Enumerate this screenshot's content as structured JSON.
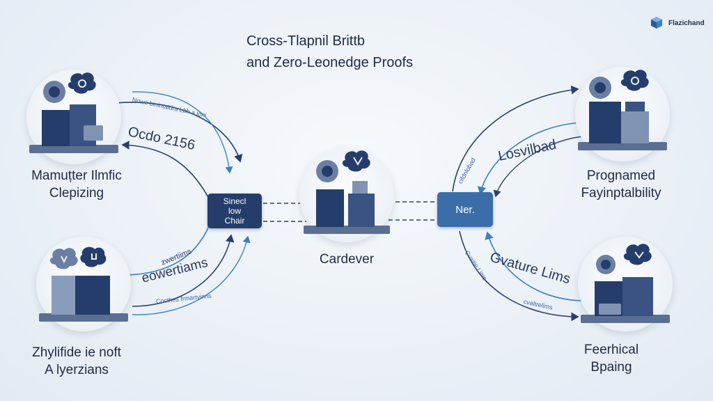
{
  "title": {
    "line1": "Cross-Tlapnil Brittb",
    "line2": "and Zero-Leonedge Proofs"
  },
  "brand": {
    "name": "Flazichand",
    "icon": "cube-logo-icon"
  },
  "nodes": {
    "top_left": {
      "line1": "Mamuțter Ilmfic",
      "line2": "Clepizing"
    },
    "bottom_left": {
      "line1": "Zhylifide ie noft",
      "line2": "A lyerzians"
    },
    "center": {
      "line1": "Cardever"
    },
    "top_right": {
      "line1": "Prognamed",
      "line2": "Fayinptalbility"
    },
    "bottom_right": {
      "line1": "Feerhical",
      "line2": "Bpaing"
    }
  },
  "chips": {
    "left": {
      "line1": "Sinecl",
      "line2": "low",
      "line3": "Chair",
      "color": "#243d6b"
    },
    "right": {
      "line1": "Ner.",
      "color": "#3b6ea8"
    }
  },
  "edge_labels": {
    "top_left_big": "Ocdo 2156",
    "top_left_small": "Nowe binintaidra Lbh a ioni",
    "bottom_left_big": "eowertiams",
    "bottom_left_small": "zwertiims",
    "bottom_left_tiny": "Cocthes frmartvinns",
    "top_right_big": "Losvilbad",
    "top_right_small": "cifdnlobad",
    "bottom_right_big": "Gvature Lims",
    "bottom_right_small": "Cvaitie Lims",
    "bottom_right_tiny": "cvaltrelims"
  },
  "colors": {
    "accent": "#3b7fc4",
    "dark": "#243d6b",
    "background": "#eef3f8"
  }
}
